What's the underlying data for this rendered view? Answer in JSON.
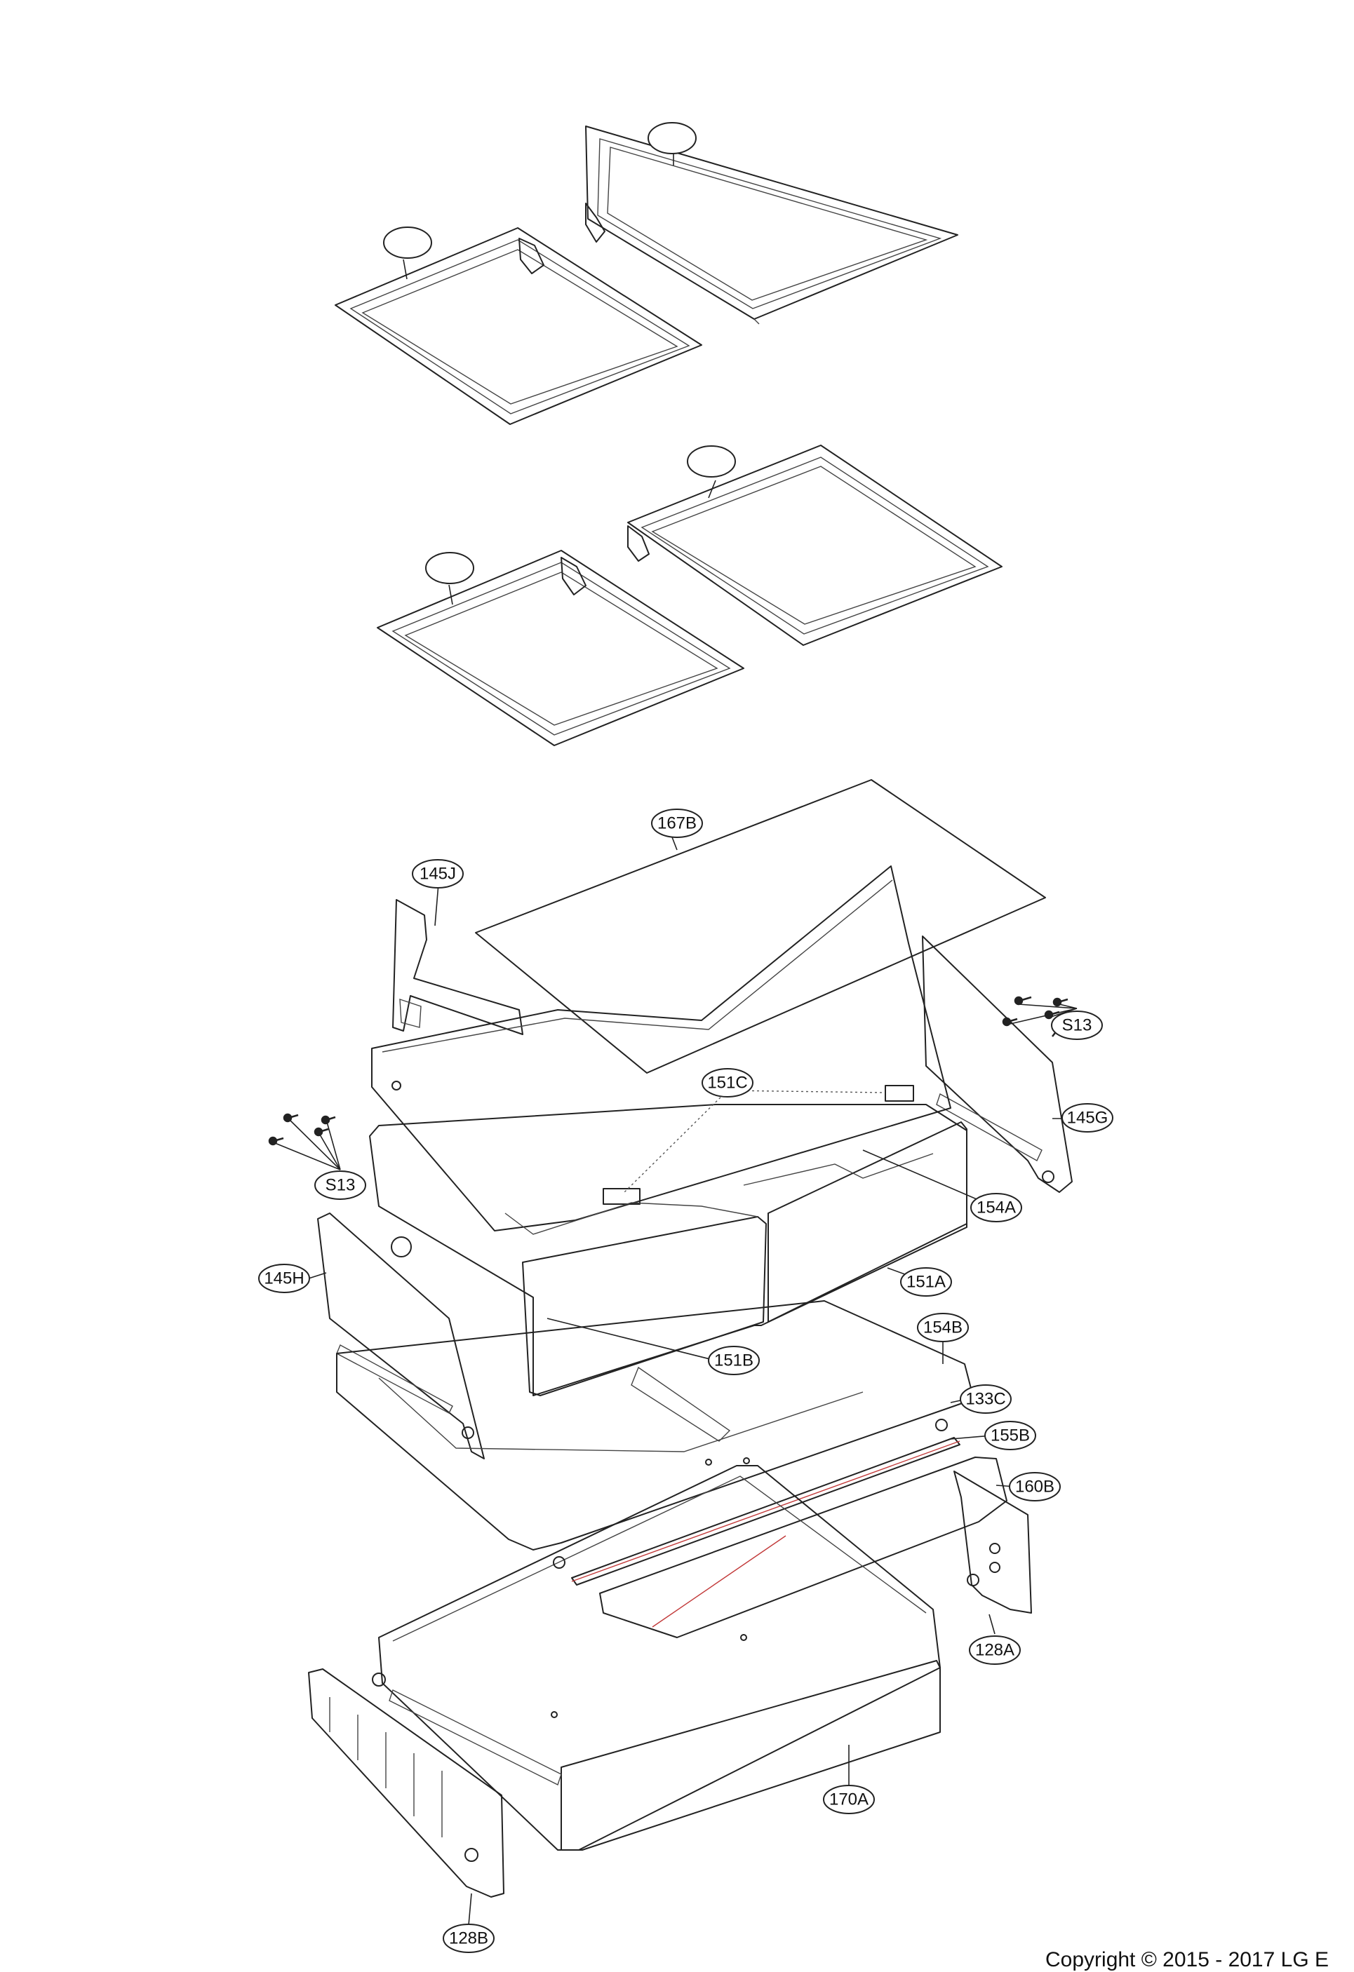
{
  "callouts": [
    {
      "label": "167B"
    },
    {
      "label": "145J"
    },
    {
      "label": "S13"
    },
    {
      "label": "151C"
    },
    {
      "label": "145G"
    },
    {
      "label": "S13"
    },
    {
      "label": "154A"
    },
    {
      "label": "145H"
    },
    {
      "label": "151A"
    },
    {
      "label": "154B"
    },
    {
      "label": "151B"
    },
    {
      "label": "133C"
    },
    {
      "label": "155B"
    },
    {
      "label": "160B"
    },
    {
      "label": "128A"
    },
    {
      "label": "170A"
    },
    {
      "label": "128B"
    }
  ],
  "blank_callouts": 4,
  "footer": {
    "copyright": "Copyright © 2015 - 2017 LG E"
  },
  "colors": {
    "line": "#222222",
    "accent": "#c23a3a",
    "background": "#ffffff"
  }
}
